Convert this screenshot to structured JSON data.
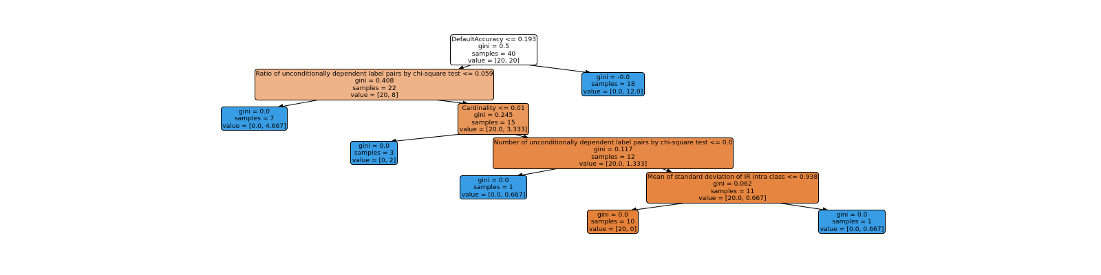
{
  "tree": {
    "edges": [
      [
        "n0",
        "n1"
      ],
      [
        "n0",
        "n2"
      ],
      [
        "n1",
        "n3"
      ],
      [
        "n1",
        "n4"
      ],
      [
        "n4",
        "n5"
      ],
      [
        "n4",
        "n6"
      ],
      [
        "n6",
        "n7"
      ],
      [
        "n6",
        "n8"
      ],
      [
        "n8",
        "n9"
      ],
      [
        "n8",
        "n10"
      ]
    ],
    "nodes": [
      {
        "id": "n0",
        "lines": [
          "DefaultAccuracy <= 0.193",
          "gini = 0.5",
          "samples = 40",
          "value = [20, 20]"
        ],
        "color": "#ffffff",
        "interactable": false
      },
      {
        "id": "n1",
        "lines": [
          "Ratio of unconditionally dependent label pairs by chi-square test <= 0.059",
          "gini = 0.408",
          "samples = 22",
          "value = [20, 8]"
        ],
        "color": "#efb388",
        "interactable": false
      },
      {
        "id": "n2",
        "lines": [
          "gini = -0.0",
          "samples = 18",
          "value = [0.0, 12.0]"
        ],
        "color": "#399de5",
        "interactable": false
      },
      {
        "id": "n3",
        "lines": [
          "gini = 0.0",
          "samples = 7",
          "value = [0.0, 4.667]"
        ],
        "color": "#399de5",
        "interactable": false
      },
      {
        "id": "n4",
        "lines": [
          "Cardinality <= 0.01",
          "gini = 0.245",
          "samples = 15",
          "value = [20.0, 3.333]"
        ],
        "color": "#e9965a",
        "interactable": false
      },
      {
        "id": "n5",
        "lines": [
          "gini = 0.0",
          "samples = 3",
          "value = [0, 2]"
        ],
        "color": "#399de5",
        "interactable": false
      },
      {
        "id": "n6",
        "lines": [
          "Number of unconditionally dependent label pairs by chi-square test <= 0.0",
          "gini = 0.117",
          "samples = 12",
          "value = [20.0, 1.333]"
        ],
        "color": "#e78946",
        "interactable": false
      },
      {
        "id": "n7",
        "lines": [
          "gini = 0.0",
          "samples = 1",
          "value = [0.0, 0.667]"
        ],
        "color": "#399de5",
        "interactable": false
      },
      {
        "id": "n8",
        "lines": [
          "Mean of standard deviation of IR intra class <= 0.938",
          "gini = 0.062",
          "samples = 11",
          "value = [20.0, 0.667]"
        ],
        "color": "#e6853f",
        "interactable": false
      },
      {
        "id": "n9",
        "lines": [
          "gini = 0.0",
          "samples = 10",
          "value = [20, 0]"
        ],
        "color": "#e58139",
        "interactable": false
      },
      {
        "id": "n10",
        "lines": [
          "gini = 0.0",
          "samples = 1",
          "value = [0.0, 0.667]"
        ],
        "color": "#399de5",
        "interactable": false
      }
    ]
  }
}
